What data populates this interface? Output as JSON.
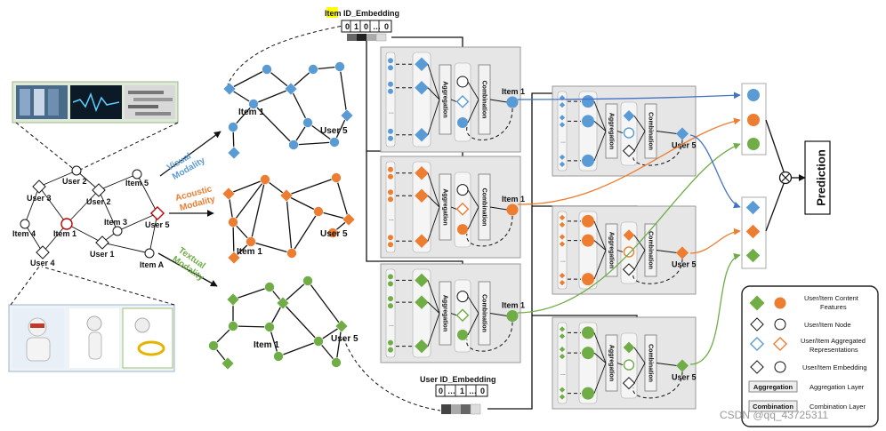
{
  "colors": {
    "visual": "#5b9bd5",
    "acoustic": "#ed7d31",
    "textual": "#70ad47"
  },
  "embeddings": {
    "item_title": "Item ID_Embedding",
    "user_title": "User ID_Embedding",
    "item_bits": [
      "0",
      "1",
      "0",
      "…",
      "0"
    ],
    "user_bits": [
      "0",
      "…",
      "1",
      "…",
      "0"
    ]
  },
  "left_graph": {
    "nodes": {
      "user3": "User 3",
      "user2": "User 2",
      "item5": "Item 5",
      "user2b": "User 2",
      "item3": "Item 3",
      "user5": "User 5",
      "item4": "Item 4",
      "item1": "Item 1",
      "user1": "User 1",
      "itemA": "Item A",
      "user4": "User 4"
    }
  },
  "modalities": {
    "visual": "Visual\nModality",
    "acoustic": "Acoustic\nModality",
    "textual": "Textual\nModality"
  },
  "graph_labels": {
    "item1": "Item 1",
    "user5": "User 5"
  },
  "blocks": {
    "aggregation": "Aggregation",
    "combination": "Combination",
    "item1": "Item 1",
    "user5": "User 5",
    "dots": "..."
  },
  "prediction": "Prediction",
  "legend": {
    "content": "User/Item Content\nFeatures",
    "node": "User/Item Node",
    "aggregated": "User/Item Aggregated\nRepresentations",
    "embedding": "User/Item Embedding",
    "agg_box": "Aggregation",
    "agg_label": "Aggregation Layer",
    "comb_box": "Combination",
    "comb_label": "Combination Layer"
  },
  "watermark": "CSDN @qq_43725311"
}
